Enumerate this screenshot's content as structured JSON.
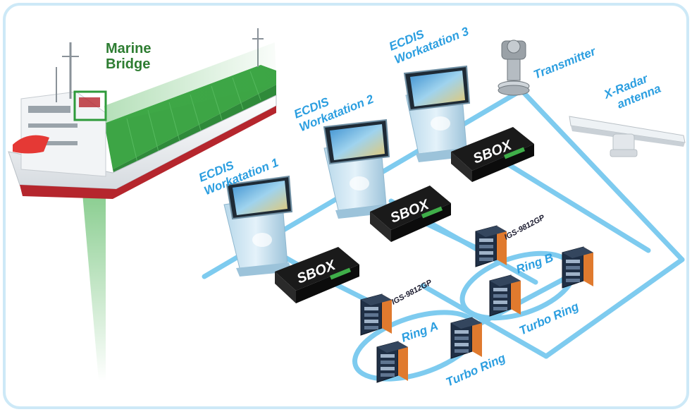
{
  "bridge_label": [
    "Marine",
    "Bridge"
  ],
  "workstations": [
    {
      "line1": "ECDIS",
      "line2": "Workatation 1"
    },
    {
      "line1": "ECDIS",
      "line2": "Workatation 2"
    },
    {
      "line1": "ECDIS",
      "line2": "Workatation 3"
    }
  ],
  "sbox_label": "SBOX",
  "transmitter_label": "Transmitter",
  "radar_label": [
    "X-Radar",
    "antenna"
  ],
  "switch_label": "IGS-9812GP",
  "ring_a_label": "Ring A",
  "ring_b_label": "Ring B",
  "turbo_ring_label": "Turbo Ring",
  "colors": {
    "network_line": "#7ecbef",
    "label_blue": "#2b9ee0",
    "bridge_green": "#2e7d32",
    "frame": "#cde9f7"
  }
}
